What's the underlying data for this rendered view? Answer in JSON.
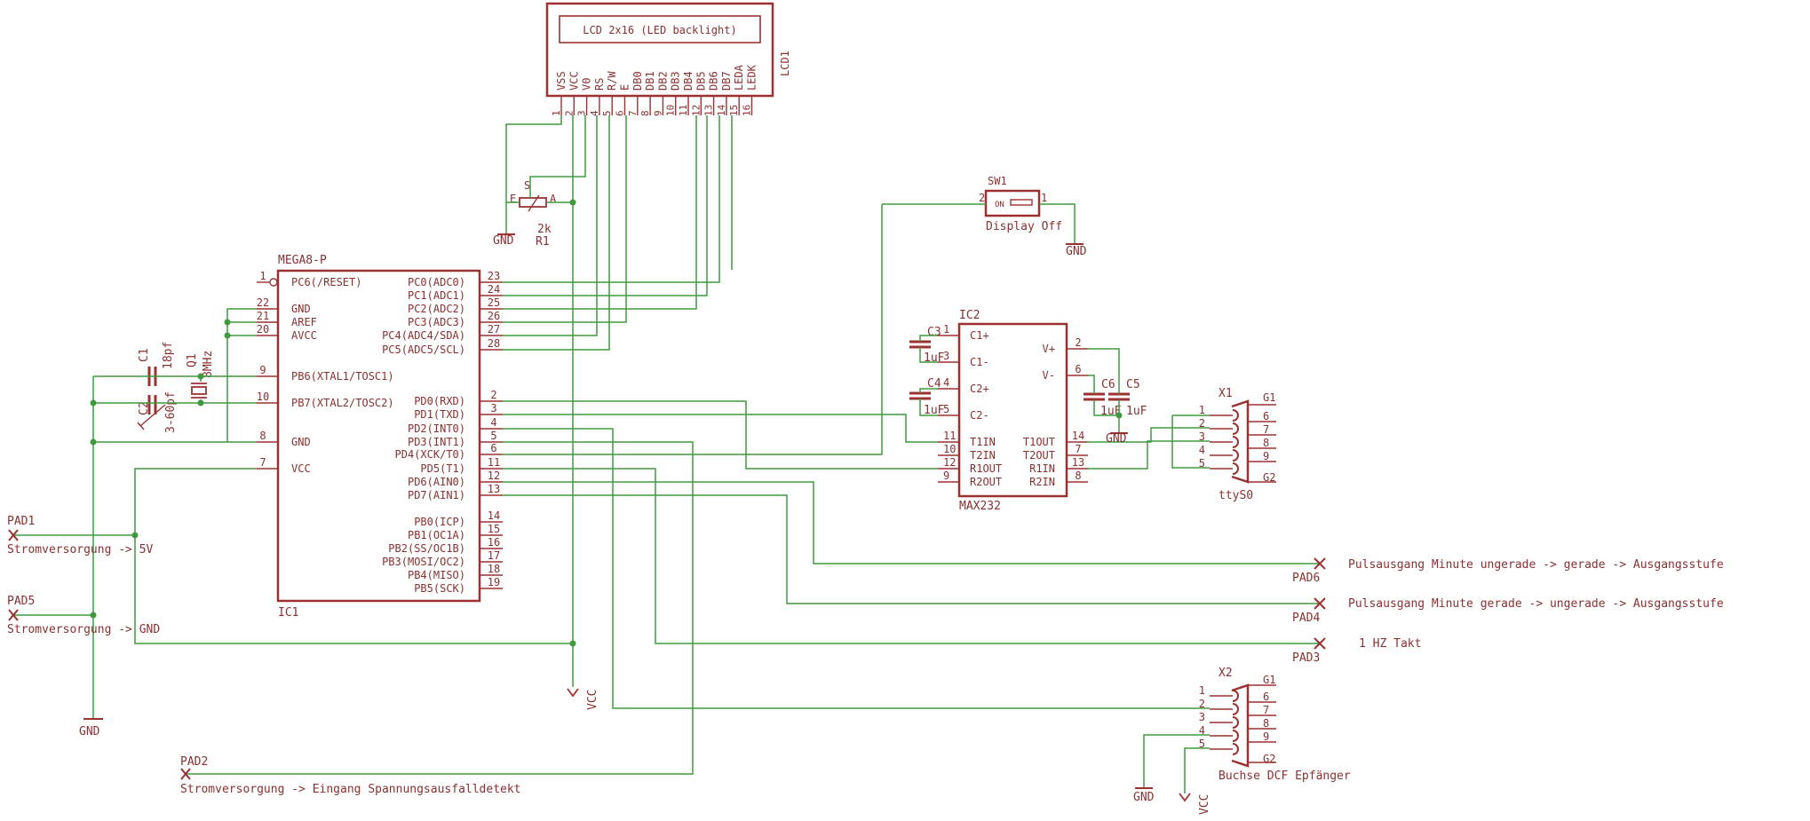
{
  "lcd": {
    "ref": "LCD1",
    "title": "LCD 2x16 (LED backlight)",
    "pins": [
      "VSS",
      "VCC",
      "V0",
      "RS",
      "R/W",
      "E",
      "DB0",
      "DB1",
      "DB2",
      "DB3",
      "DB4",
      "DB5",
      "DB6",
      "DB7",
      "LEDA",
      "LEDK"
    ],
    "pin_numbers": [
      "1",
      "2",
      "3",
      "4",
      "5",
      "6",
      "7",
      "8",
      "9",
      "10",
      "11",
      "12",
      "13",
      "14",
      "15",
      "16"
    ]
  },
  "r1": {
    "ref": "R1",
    "value": "2k",
    "pin_e": "E",
    "pin_s": "S",
    "pin_a": "A"
  },
  "sw1": {
    "ref": "SW1",
    "label": "Display Off",
    "pin1": "1",
    "pin2": "2",
    "body": "ON"
  },
  "ic1": {
    "ref": "IC1",
    "type": "MEGA8-P",
    "left_pins": [
      {
        "num": "1",
        "name": "PC6(/RESET)"
      },
      {
        "num": "22",
        "name": "GND"
      },
      {
        "num": "21",
        "name": "AREF"
      },
      {
        "num": "20",
        "name": "AVCC"
      },
      {
        "num": "9",
        "name": "PB6(XTAL1/TOSC1)"
      },
      {
        "num": "10",
        "name": "PB7(XTAL2/TOSC2)"
      },
      {
        "num": "8",
        "name": "GND"
      },
      {
        "num": "7",
        "name": "VCC"
      }
    ],
    "right_pins": [
      {
        "num": "23",
        "name": "PC0(ADC0)"
      },
      {
        "num": "24",
        "name": "PC1(ADC1)"
      },
      {
        "num": "25",
        "name": "PC2(ADC2)"
      },
      {
        "num": "26",
        "name": "PC3(ADC3)"
      },
      {
        "num": "27",
        "name": "PC4(ADC4/SDA)"
      },
      {
        "num": "28",
        "name": "PC5(ADC5/SCL)"
      },
      {
        "num": "2",
        "name": "PD0(RXD)"
      },
      {
        "num": "3",
        "name": "PD1(TXD)"
      },
      {
        "num": "4",
        "name": "PD2(INT0)"
      },
      {
        "num": "5",
        "name": "PD3(INT1)"
      },
      {
        "num": "6",
        "name": "PD4(XCK/T0)"
      },
      {
        "num": "11",
        "name": "PD5(T1)"
      },
      {
        "num": "12",
        "name": "PD6(AIN0)"
      },
      {
        "num": "13",
        "name": "PD7(AIN1)"
      },
      {
        "num": "14",
        "name": "PB0(ICP)"
      },
      {
        "num": "15",
        "name": "PB1(OC1A)"
      },
      {
        "num": "16",
        "name": "PB2(SS/OC1B)"
      },
      {
        "num": "17",
        "name": "PB3(MOSI/OC2)"
      },
      {
        "num": "18",
        "name": "PB4(MISO)"
      },
      {
        "num": "19",
        "name": "PB5(SCK)"
      }
    ]
  },
  "ic2": {
    "ref": "IC2",
    "type": "MAX232",
    "left_pins": [
      {
        "num": "1",
        "name": "C1+"
      },
      {
        "num": "3",
        "name": "C1-"
      },
      {
        "num": "4",
        "name": "C2+"
      },
      {
        "num": "5",
        "name": "C2-"
      },
      {
        "num": "11",
        "name": "T1IN"
      },
      {
        "num": "10",
        "name": "T2IN"
      },
      {
        "num": "12",
        "name": "R1OUT"
      },
      {
        "num": "9",
        "name": "R2OUT"
      }
    ],
    "right_pins": [
      {
        "num": "2",
        "name": "V+"
      },
      {
        "num": "6",
        "name": "V-"
      },
      {
        "num": "14",
        "name": "T1OUT"
      },
      {
        "num": "7",
        "name": "T2OUT"
      },
      {
        "num": "13",
        "name": "R1IN"
      },
      {
        "num": "8",
        "name": "R2IN"
      }
    ]
  },
  "caps": {
    "c1": {
      "ref": "C1",
      "value": "18pf"
    },
    "c2": {
      "ref": "C2",
      "value": "3-60pf"
    },
    "c3": {
      "ref": "C3",
      "value": "1uF"
    },
    "c4": {
      "ref": "C4",
      "value": "1uF"
    },
    "c5": {
      "ref": "C5",
      "value": "1uF"
    },
    "c6": {
      "ref": "C6",
      "value": "1uF"
    }
  },
  "q1": {
    "ref": "Q1",
    "value": "8MHz"
  },
  "x1": {
    "ref": "X1",
    "name": "ttyS0",
    "g1": "G1",
    "g2": "G2",
    "left": [
      "1",
      "2",
      "3",
      "4",
      "5"
    ],
    "right": [
      "6",
      "7",
      "8",
      "9"
    ]
  },
  "x2": {
    "ref": "X2",
    "name": "Buchse DCF Epfänger",
    "g1": "G1",
    "g2": "G2",
    "left": [
      "1",
      "2",
      "3",
      "4",
      "5"
    ],
    "right": [
      "6",
      "7",
      "8",
      "9"
    ]
  },
  "pads": {
    "pad1": {
      "ref": "PAD1",
      "label": "Stromversorgung -> 5V"
    },
    "pad5": {
      "ref": "PAD5",
      "label": "Stromversorgung -> GND"
    },
    "pad2": {
      "ref": "PAD2",
      "label": "Stromversorgung -> Eingang Spannungsausfalldetekt"
    },
    "pad6": {
      "ref": "PAD6",
      "label": "Pulsausgang Minute ungerade ->  gerade -> Ausgangsstufe"
    },
    "pad4": {
      "ref": "PAD4",
      "label": "Pulsausgang Minute gerade -> ungerade  -> Ausgangsstufe"
    },
    "pad3": {
      "ref": "PAD3",
      "label": "1 HZ Takt"
    }
  },
  "supplies": {
    "gnd": "GND",
    "vcc": "VCC"
  }
}
